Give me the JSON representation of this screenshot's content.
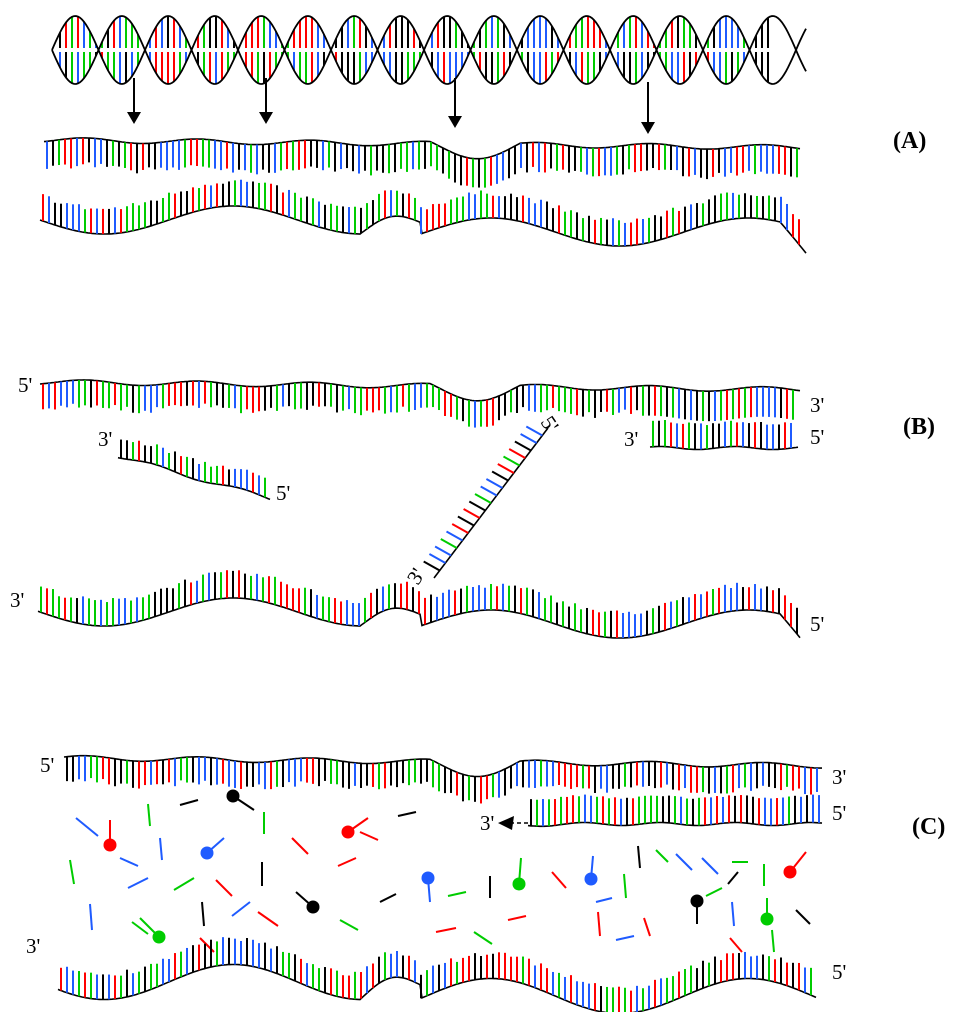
{
  "panels": {
    "a": {
      "label": "(A)"
    },
    "b": {
      "label": "(B)"
    },
    "c": {
      "label": "(C)"
    }
  },
  "ends": {
    "five_prime": "5'",
    "three_prime": "3'",
    "three_prime_clipped": "3'"
  },
  "base_colors": {
    "black": "#000000",
    "red": "#ff0000",
    "green": "#00cc00",
    "blue": "#1f5bff"
  }
}
